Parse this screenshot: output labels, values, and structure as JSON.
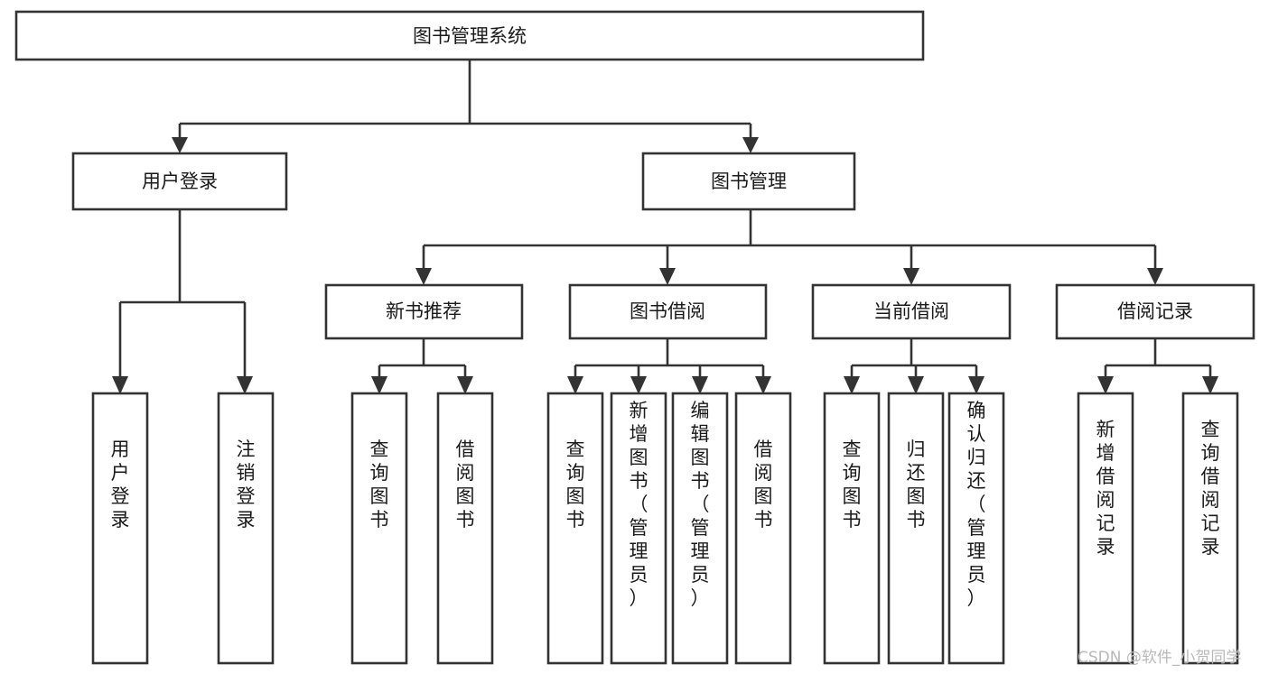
{
  "diagram": {
    "type": "tree-hierarchy",
    "orientation": "top-down",
    "title": "图书管理系统",
    "root": {
      "id": "root",
      "label": "图书管理系统",
      "orientation": "horizontal"
    },
    "level1": [
      {
        "id": "user-login",
        "label": "用户登录",
        "orientation": "horizontal"
      },
      {
        "id": "book-manage",
        "label": "图书管理",
        "orientation": "horizontal"
      }
    ],
    "level2": [
      {
        "id": "new-book-recommend",
        "label": "新书推荐",
        "orientation": "horizontal",
        "parent": "book-manage"
      },
      {
        "id": "book-borrow",
        "label": "图书借阅",
        "orientation": "horizontal",
        "parent": "book-manage"
      },
      {
        "id": "current-borrow",
        "label": "当前借阅",
        "orientation": "horizontal",
        "parent": "book-manage"
      },
      {
        "id": "borrow-record",
        "label": "借阅记录",
        "orientation": "horizontal",
        "parent": "book-manage"
      }
    ],
    "leaves": [
      {
        "id": "leaf-user-login",
        "label": "用户登录",
        "orientation": "vertical",
        "parent": "user-login"
      },
      {
        "id": "leaf-user-logout",
        "label": "注销登录",
        "orientation": "vertical",
        "parent": "user-login"
      },
      {
        "id": "leaf-query-book-1",
        "label": "查询图书",
        "orientation": "vertical",
        "parent": "new-book-recommend"
      },
      {
        "id": "leaf-borrow-book-1",
        "label": "借阅图书",
        "orientation": "vertical",
        "parent": "new-book-recommend"
      },
      {
        "id": "leaf-query-book-2",
        "label": "查询图书",
        "orientation": "vertical",
        "parent": "book-borrow"
      },
      {
        "id": "leaf-add-book",
        "label": "新增图书（管理员）",
        "orientation": "vertical",
        "parent": "book-borrow"
      },
      {
        "id": "leaf-edit-book",
        "label": "编辑图书（管理员）",
        "orientation": "vertical",
        "parent": "book-borrow"
      },
      {
        "id": "leaf-borrow-book-2",
        "label": "借阅图书",
        "orientation": "vertical",
        "parent": "book-borrow"
      },
      {
        "id": "leaf-query-book-3",
        "label": "查询图书",
        "orientation": "vertical",
        "parent": "current-borrow"
      },
      {
        "id": "leaf-return-book",
        "label": "归还图书",
        "orientation": "vertical",
        "parent": "current-borrow"
      },
      {
        "id": "leaf-confirm-return",
        "label": "确认归还（管理员）",
        "orientation": "vertical",
        "parent": "current-borrow"
      },
      {
        "id": "leaf-add-record",
        "label": "新增借阅记录",
        "orientation": "vertical",
        "parent": "borrow-record"
      },
      {
        "id": "leaf-query-record",
        "label": "查询借阅记录",
        "orientation": "vertical",
        "parent": "borrow-record"
      }
    ],
    "colors": {
      "box_fill": "#ffffff",
      "box_stroke": "#333333",
      "text": "#1a1a1a",
      "background": "#ffffff",
      "watermark": "#b9b9b9"
    }
  },
  "watermark": {
    "text": "CSDN @软件_小贺同学"
  }
}
